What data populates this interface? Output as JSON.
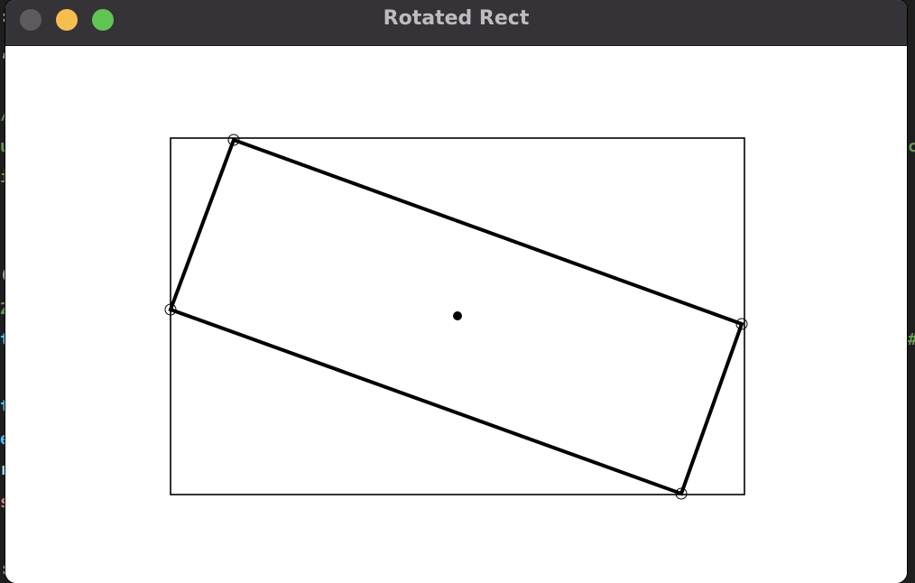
{
  "window": {
    "title": "Rotated Rect",
    "controls": [
      "close",
      "minimize",
      "zoom"
    ]
  },
  "colors": {
    "titlebar": "#353238",
    "title_text": "#bdbcc0",
    "close": "#5d5b60",
    "minimize": "#f6be4f",
    "zoom": "#61c554",
    "canvas": "#ffffff",
    "stroke": "#000000"
  },
  "icons": {
    "close": "close-icon",
    "minimize": "minimize-icon",
    "zoom": "zoom-icon"
  }
}
